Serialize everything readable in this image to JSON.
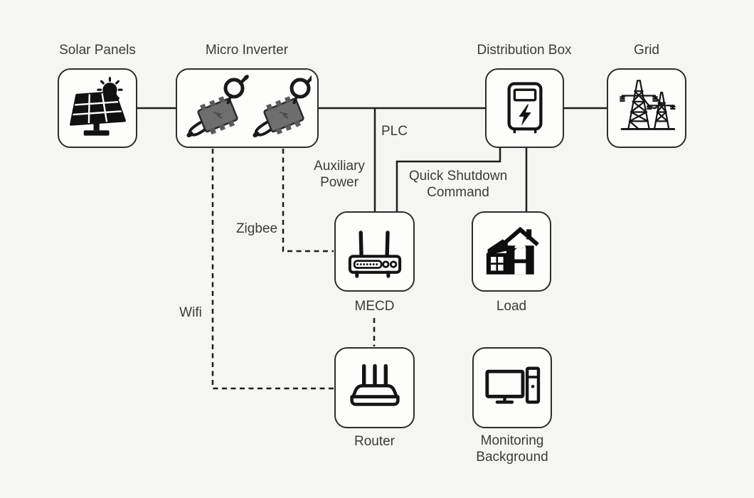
{
  "diagram": {
    "type": "system-architecture",
    "background_color": "#f5f5f3",
    "box_fill": "#fdfdfc",
    "stroke_color": "#1d1d1d",
    "text_color": "#3b3b3b",
    "nodes": [
      {
        "id": "solar-panels",
        "label": "Solar Panels",
        "icon": "solar-panel-icon"
      },
      {
        "id": "micro-inverter",
        "label": "Micro Inverter",
        "icon": "micro-inverter-icon"
      },
      {
        "id": "distribution-box",
        "label": "Distribution Box",
        "icon": "electric-meter-icon"
      },
      {
        "id": "grid",
        "label": "Grid",
        "icon": "transmission-tower-icon"
      },
      {
        "id": "mecd",
        "label": "MECD",
        "icon": "modem-icon"
      },
      {
        "id": "load",
        "label": "Load",
        "icon": "house-icon"
      },
      {
        "id": "router",
        "label": "Router",
        "icon": "router-icon"
      },
      {
        "id": "monitoring-background",
        "label": "Monitoring\nBackground",
        "icon": "desktop-computer-icon"
      }
    ],
    "connection_labels": {
      "plc": "PLC",
      "auxiliary_power": "Auxiliary\nPower",
      "quick_shutdown_command": "Quick Shutdown\nCommand",
      "zigbee": "Zigbee",
      "wifi": "Wifi"
    },
    "connections": [
      {
        "from": "solar-panels",
        "to": "micro-inverter",
        "style": "solid"
      },
      {
        "from": "micro-inverter",
        "to": "distribution-box",
        "style": "solid",
        "label": "PLC"
      },
      {
        "from": "distribution-box",
        "to": "grid",
        "style": "solid"
      },
      {
        "from": "plc-bus",
        "to": "mecd",
        "style": "solid",
        "label": "Auxiliary Power"
      },
      {
        "from": "distribution-box",
        "to": "mecd",
        "style": "solid",
        "label": "Quick Shutdown Command"
      },
      {
        "from": "distribution-box",
        "to": "load",
        "style": "solid"
      },
      {
        "from": "micro-inverter",
        "to": "mecd",
        "style": "dashed",
        "label": "Zigbee"
      },
      {
        "from": "micro-inverter",
        "to": "router",
        "style": "dashed",
        "label": "Wifi"
      },
      {
        "from": "mecd",
        "to": "router",
        "style": "dashed"
      }
    ]
  }
}
